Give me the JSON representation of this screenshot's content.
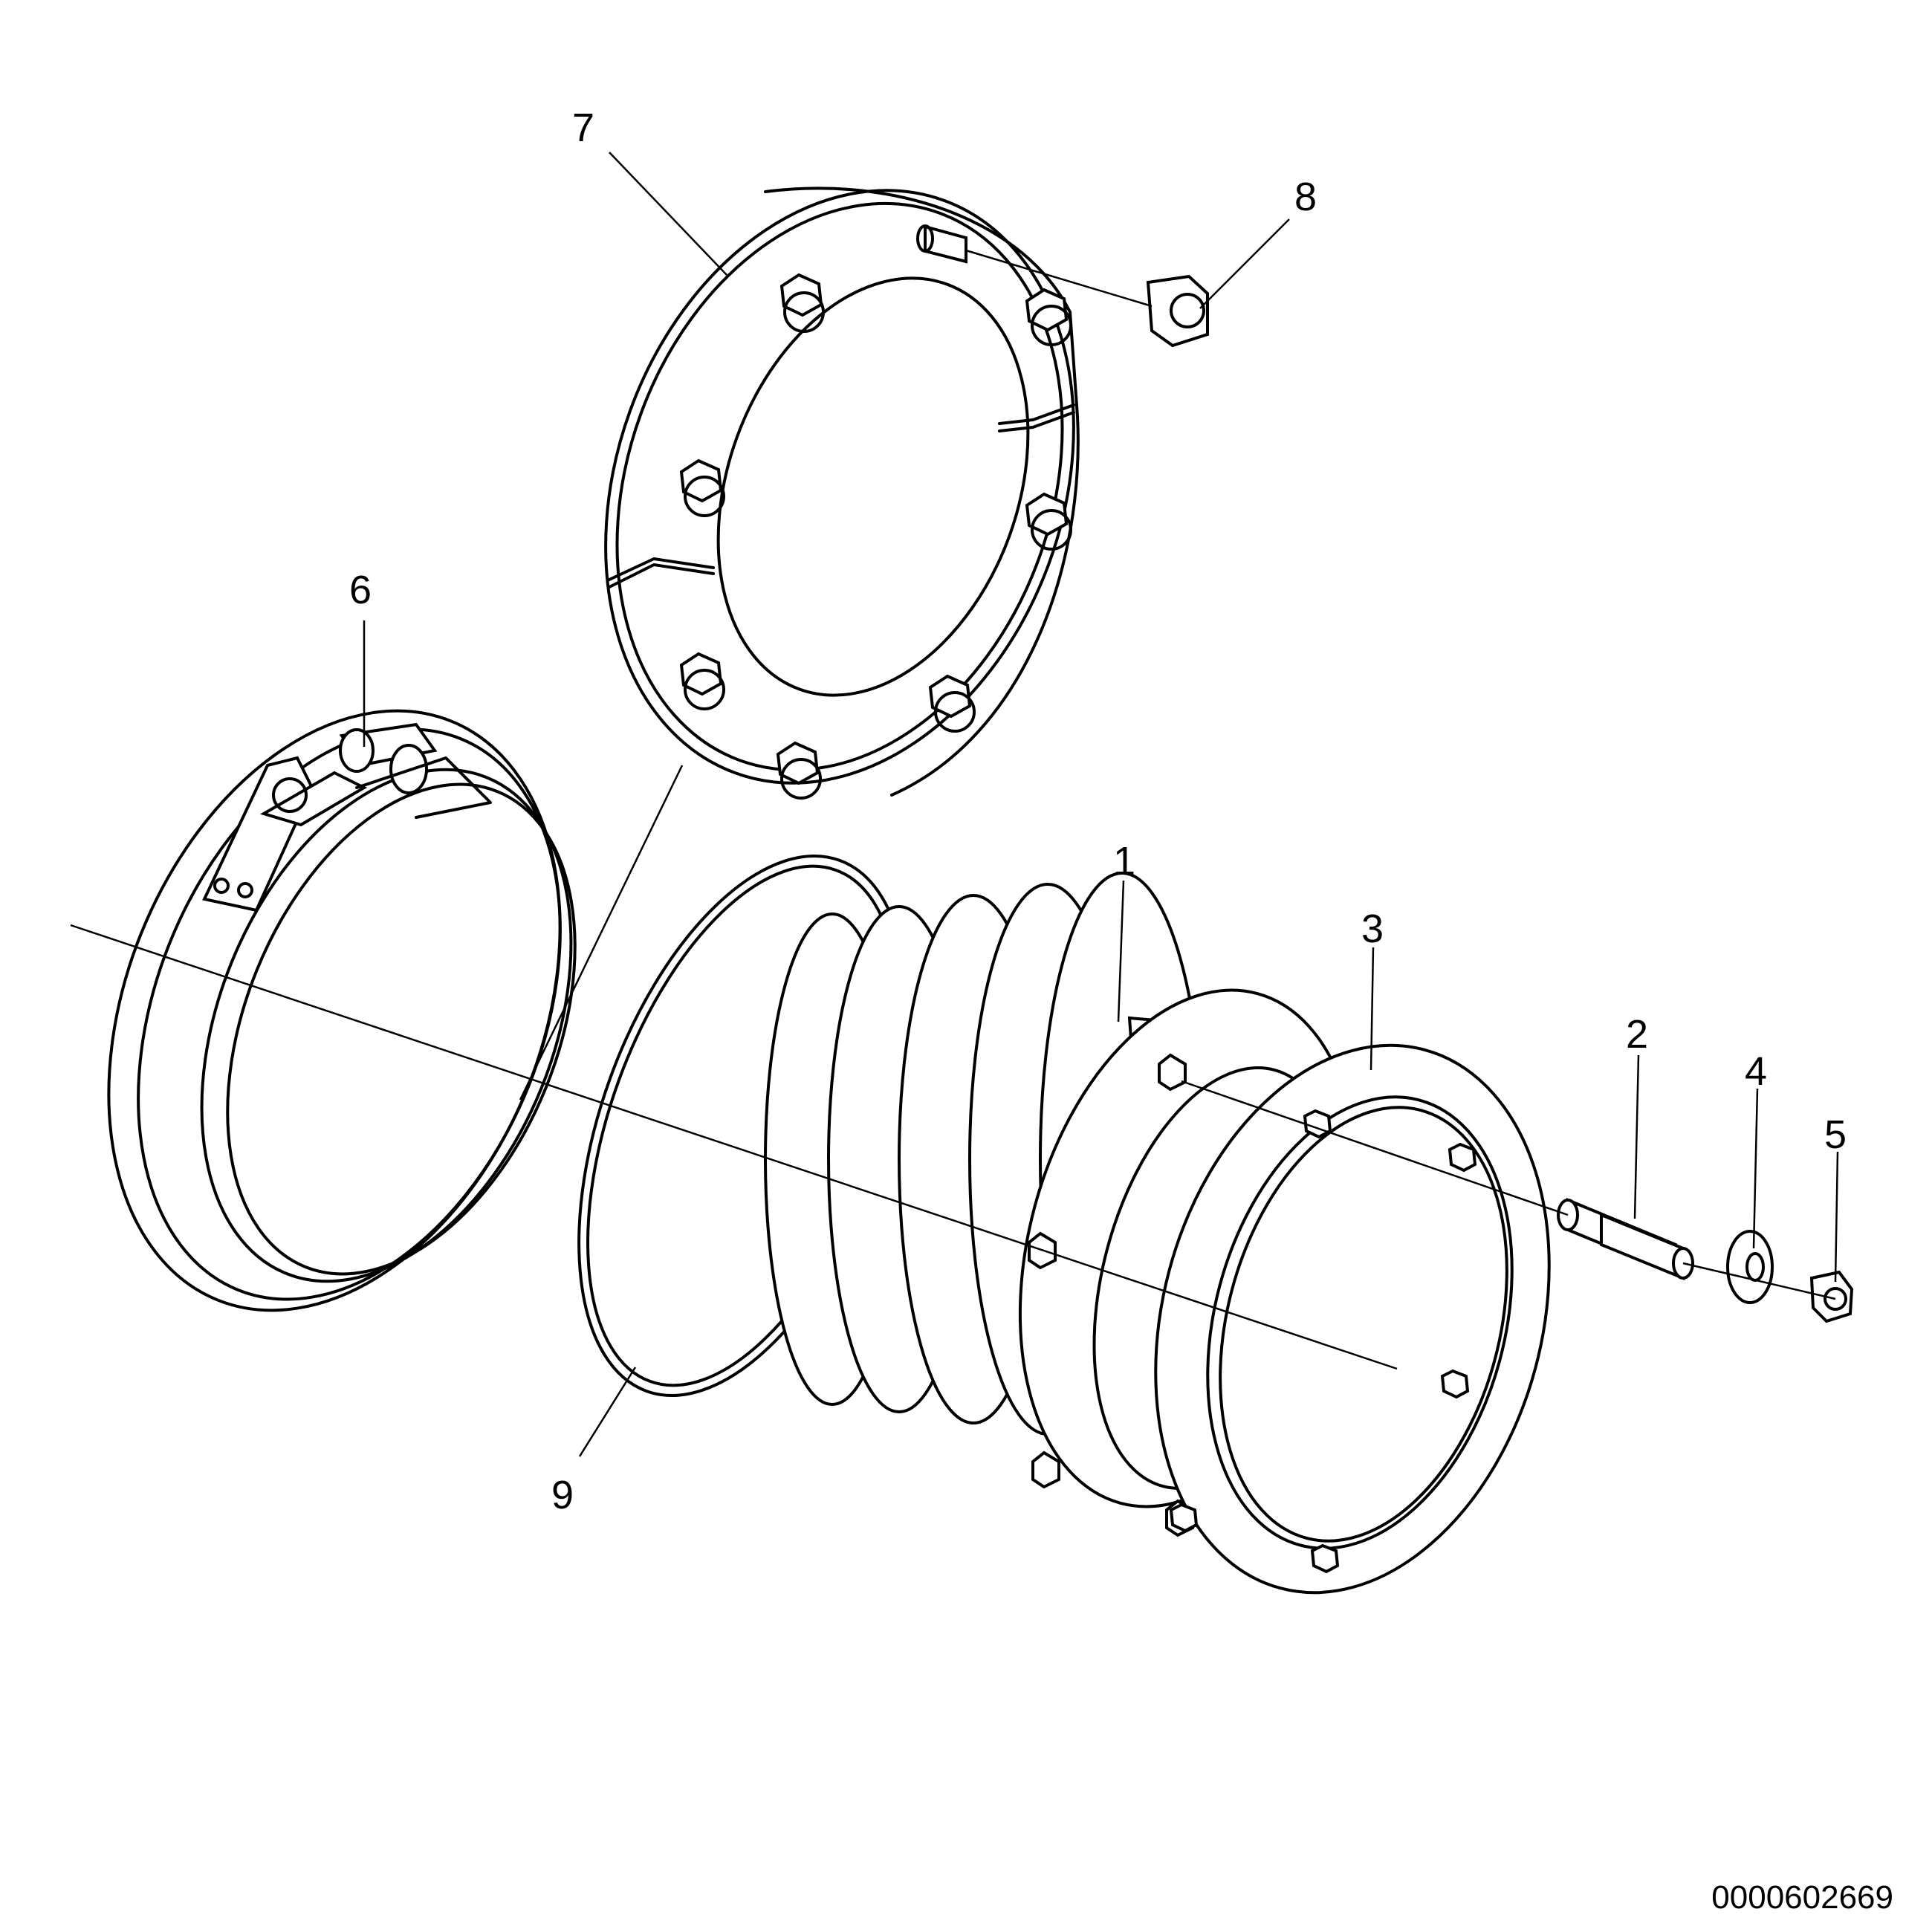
{
  "diagram": {
    "callouts": [
      {
        "id": "1",
        "label": "1"
      },
      {
        "id": "2",
        "label": "2"
      },
      {
        "id": "3",
        "label": "3"
      },
      {
        "id": "4",
        "label": "4"
      },
      {
        "id": "5",
        "label": "5"
      },
      {
        "id": "6",
        "label": "6"
      },
      {
        "id": "7",
        "label": "7"
      },
      {
        "id": "8",
        "label": "8"
      },
      {
        "id": "9",
        "label": "9"
      }
    ],
    "document_number": "0000602669"
  }
}
